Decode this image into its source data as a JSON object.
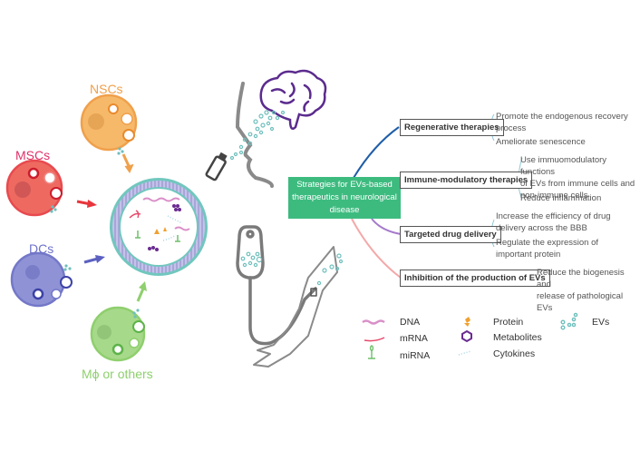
{
  "cells": [
    {
      "id": "nscs",
      "label": "NSCs",
      "color": "#f0a04b",
      "fill": "#f6b96a"
    },
    {
      "id": "mscs",
      "label": "MSCs",
      "color": "#e0306a",
      "fill": "#ee6a60"
    },
    {
      "id": "dcs",
      "label": "DCs",
      "color": "#6d72c9",
      "fill": "#8f93d6"
    },
    {
      "id": "macrophages",
      "label": "Mϕ or others",
      "color": "#8fcf6e",
      "fill": "#a7d98a"
    }
  ],
  "center": {
    "title": "Strategies for EVs-based therapeutics in neurological disease",
    "lines": [
      "Strategies for EVs-based",
      "therapeutics in neurological",
      "disease"
    ],
    "color": "#3dbb7f"
  },
  "branches": [
    {
      "label": "Regenerative therapies",
      "line_color": "#1f5ea8",
      "leaves": [
        {
          "lines": [
            "Promote the endogenous recovery",
            "process"
          ]
        },
        {
          "lines": [
            "Ameliorate senescence"
          ]
        }
      ]
    },
    {
      "label": "Immune-modulatory therapies",
      "line_color": "#2f7fb0",
      "leaves": [
        {
          "lines": [
            "Use immuomodulatory functions",
            "of EVs from immune cells and",
            "non-immune cells"
          ]
        },
        {
          "lines": [
            "Reduce inflammation"
          ]
        }
      ]
    },
    {
      "label": "Targeted drug delivery",
      "line_color": "#a57acb",
      "leaves": [
        {
          "lines": [
            "Increase the efficiency of drug",
            "delivery across the BBB"
          ]
        },
        {
          "lines": [
            "Regulate the expression of",
            "important protein"
          ]
        }
      ]
    },
    {
      "label": "Inhibition of the production of EVs",
      "line_color": "#f4a8a8",
      "leaves": [
        {
          "lines": [
            "Reduce the biogenesis and",
            "release of pathological EVs"
          ]
        }
      ]
    }
  ],
  "legend": [
    {
      "label": "DNA",
      "icon": "dna-icon"
    },
    {
      "label": "mRNA",
      "icon": "mrna-icon"
    },
    {
      "label": "miRNA",
      "icon": "mirna-icon"
    },
    {
      "label": "Protein",
      "icon": "protein-icon"
    },
    {
      "label": "Metabolites",
      "icon": "metabolites-icon"
    },
    {
      "label": "Cytokines",
      "icon": "cytokines-icon"
    },
    {
      "label": "EVs",
      "icon": "evs-icon"
    }
  ],
  "routes": [
    {
      "name": "intranasal-administration",
      "icon": "nasal-spray-icon"
    },
    {
      "name": "intravenous-administration",
      "icon": "iv-drip-icon"
    }
  ]
}
